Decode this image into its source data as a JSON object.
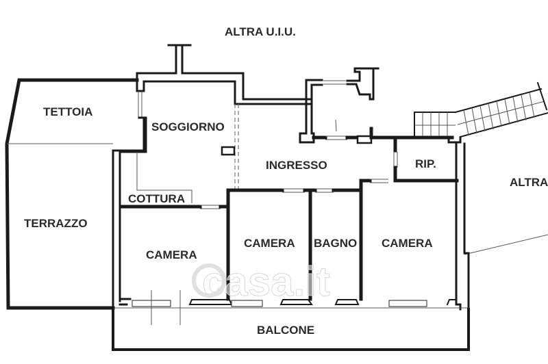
{
  "plan": {
    "labels": {
      "altra_uiu_top": "ALTRA U.I.U.",
      "tettoia": "TETTOIA",
      "soggiorno": "SOGGIORNO",
      "ingresso": "INGRESSO",
      "rip": "RIP.",
      "altra_right": "ALTRA",
      "cottura": "COTTURA",
      "terrazzo": "TERRAZZO",
      "camera_left": "CAMERA",
      "camera_middle": "CAMERA",
      "bagno": "BAGNO",
      "camera_right": "CAMERA",
      "balcone": "BALCONE"
    },
    "watermark": "casa.it",
    "colors": {
      "wall": "#1a1a1a",
      "text": "#2a2a2a",
      "background": "#ffffff"
    }
  }
}
